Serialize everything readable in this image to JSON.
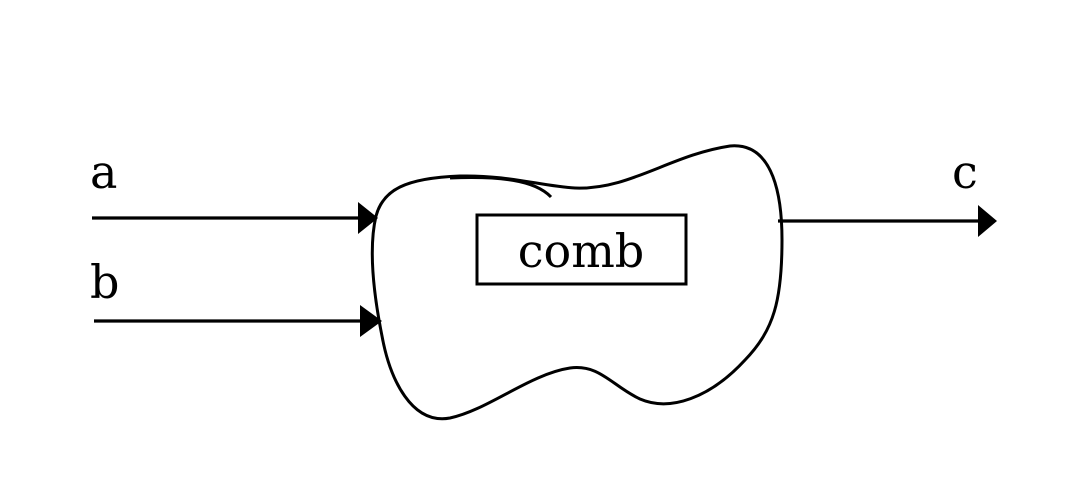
{
  "diagram": {
    "inputs": [
      {
        "name": "a"
      },
      {
        "name": "b"
      }
    ],
    "outputs": [
      {
        "name": "c"
      }
    ],
    "module": {
      "name": "comb"
    },
    "colors": {
      "stroke": "#000000",
      "background": "#ffffff"
    }
  }
}
